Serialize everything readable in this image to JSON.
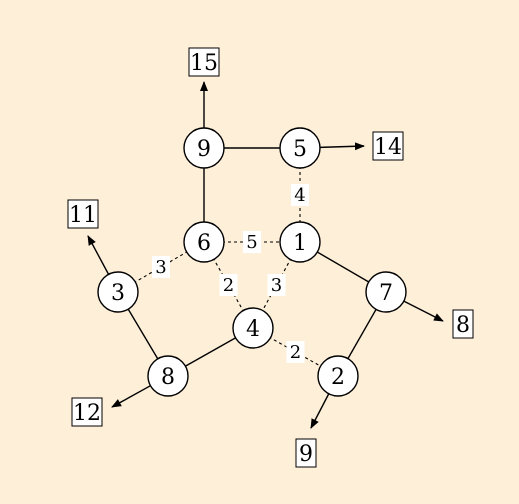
{
  "diagram": {
    "colors": {
      "background": "#fdefd8",
      "node_fill": "#ffffff",
      "stroke": "#000000"
    },
    "nodes": [
      {
        "id": "n9",
        "label": "9"
      },
      {
        "id": "n5",
        "label": "5"
      },
      {
        "id": "n6",
        "label": "6"
      },
      {
        "id": "n1",
        "label": "1"
      },
      {
        "id": "n3",
        "label": "3"
      },
      {
        "id": "n7",
        "label": "7"
      },
      {
        "id": "n4",
        "label": "4"
      },
      {
        "id": "n8",
        "label": "8"
      },
      {
        "id": "n2",
        "label": "2"
      }
    ],
    "solid_edges": [
      {
        "from": "n9",
        "to": "n5"
      },
      {
        "from": "n9",
        "to": "n6"
      },
      {
        "from": "n3",
        "to": "n8"
      },
      {
        "from": "n8",
        "to": "n4"
      },
      {
        "from": "n1",
        "to": "n7"
      },
      {
        "from": "n7",
        "to": "n2"
      }
    ],
    "weighted_edges": [
      {
        "from": "n5",
        "to": "n1",
        "weight": "4"
      },
      {
        "from": "n6",
        "to": "n1",
        "weight": "5"
      },
      {
        "from": "n3",
        "to": "n6",
        "weight": "3"
      },
      {
        "from": "n6",
        "to": "n4",
        "weight": "2"
      },
      {
        "from": "n1",
        "to": "n4",
        "weight": "3"
      },
      {
        "from": "n4",
        "to": "n2",
        "weight": "2"
      }
    ],
    "outputs": [
      {
        "from": "n9",
        "label": "15"
      },
      {
        "from": "n5",
        "label": "14"
      },
      {
        "from": "n3",
        "label": "11"
      },
      {
        "from": "n7",
        "label": "8"
      },
      {
        "from": "n8",
        "label": "12"
      },
      {
        "from": "n2",
        "label": "9"
      }
    ]
  }
}
